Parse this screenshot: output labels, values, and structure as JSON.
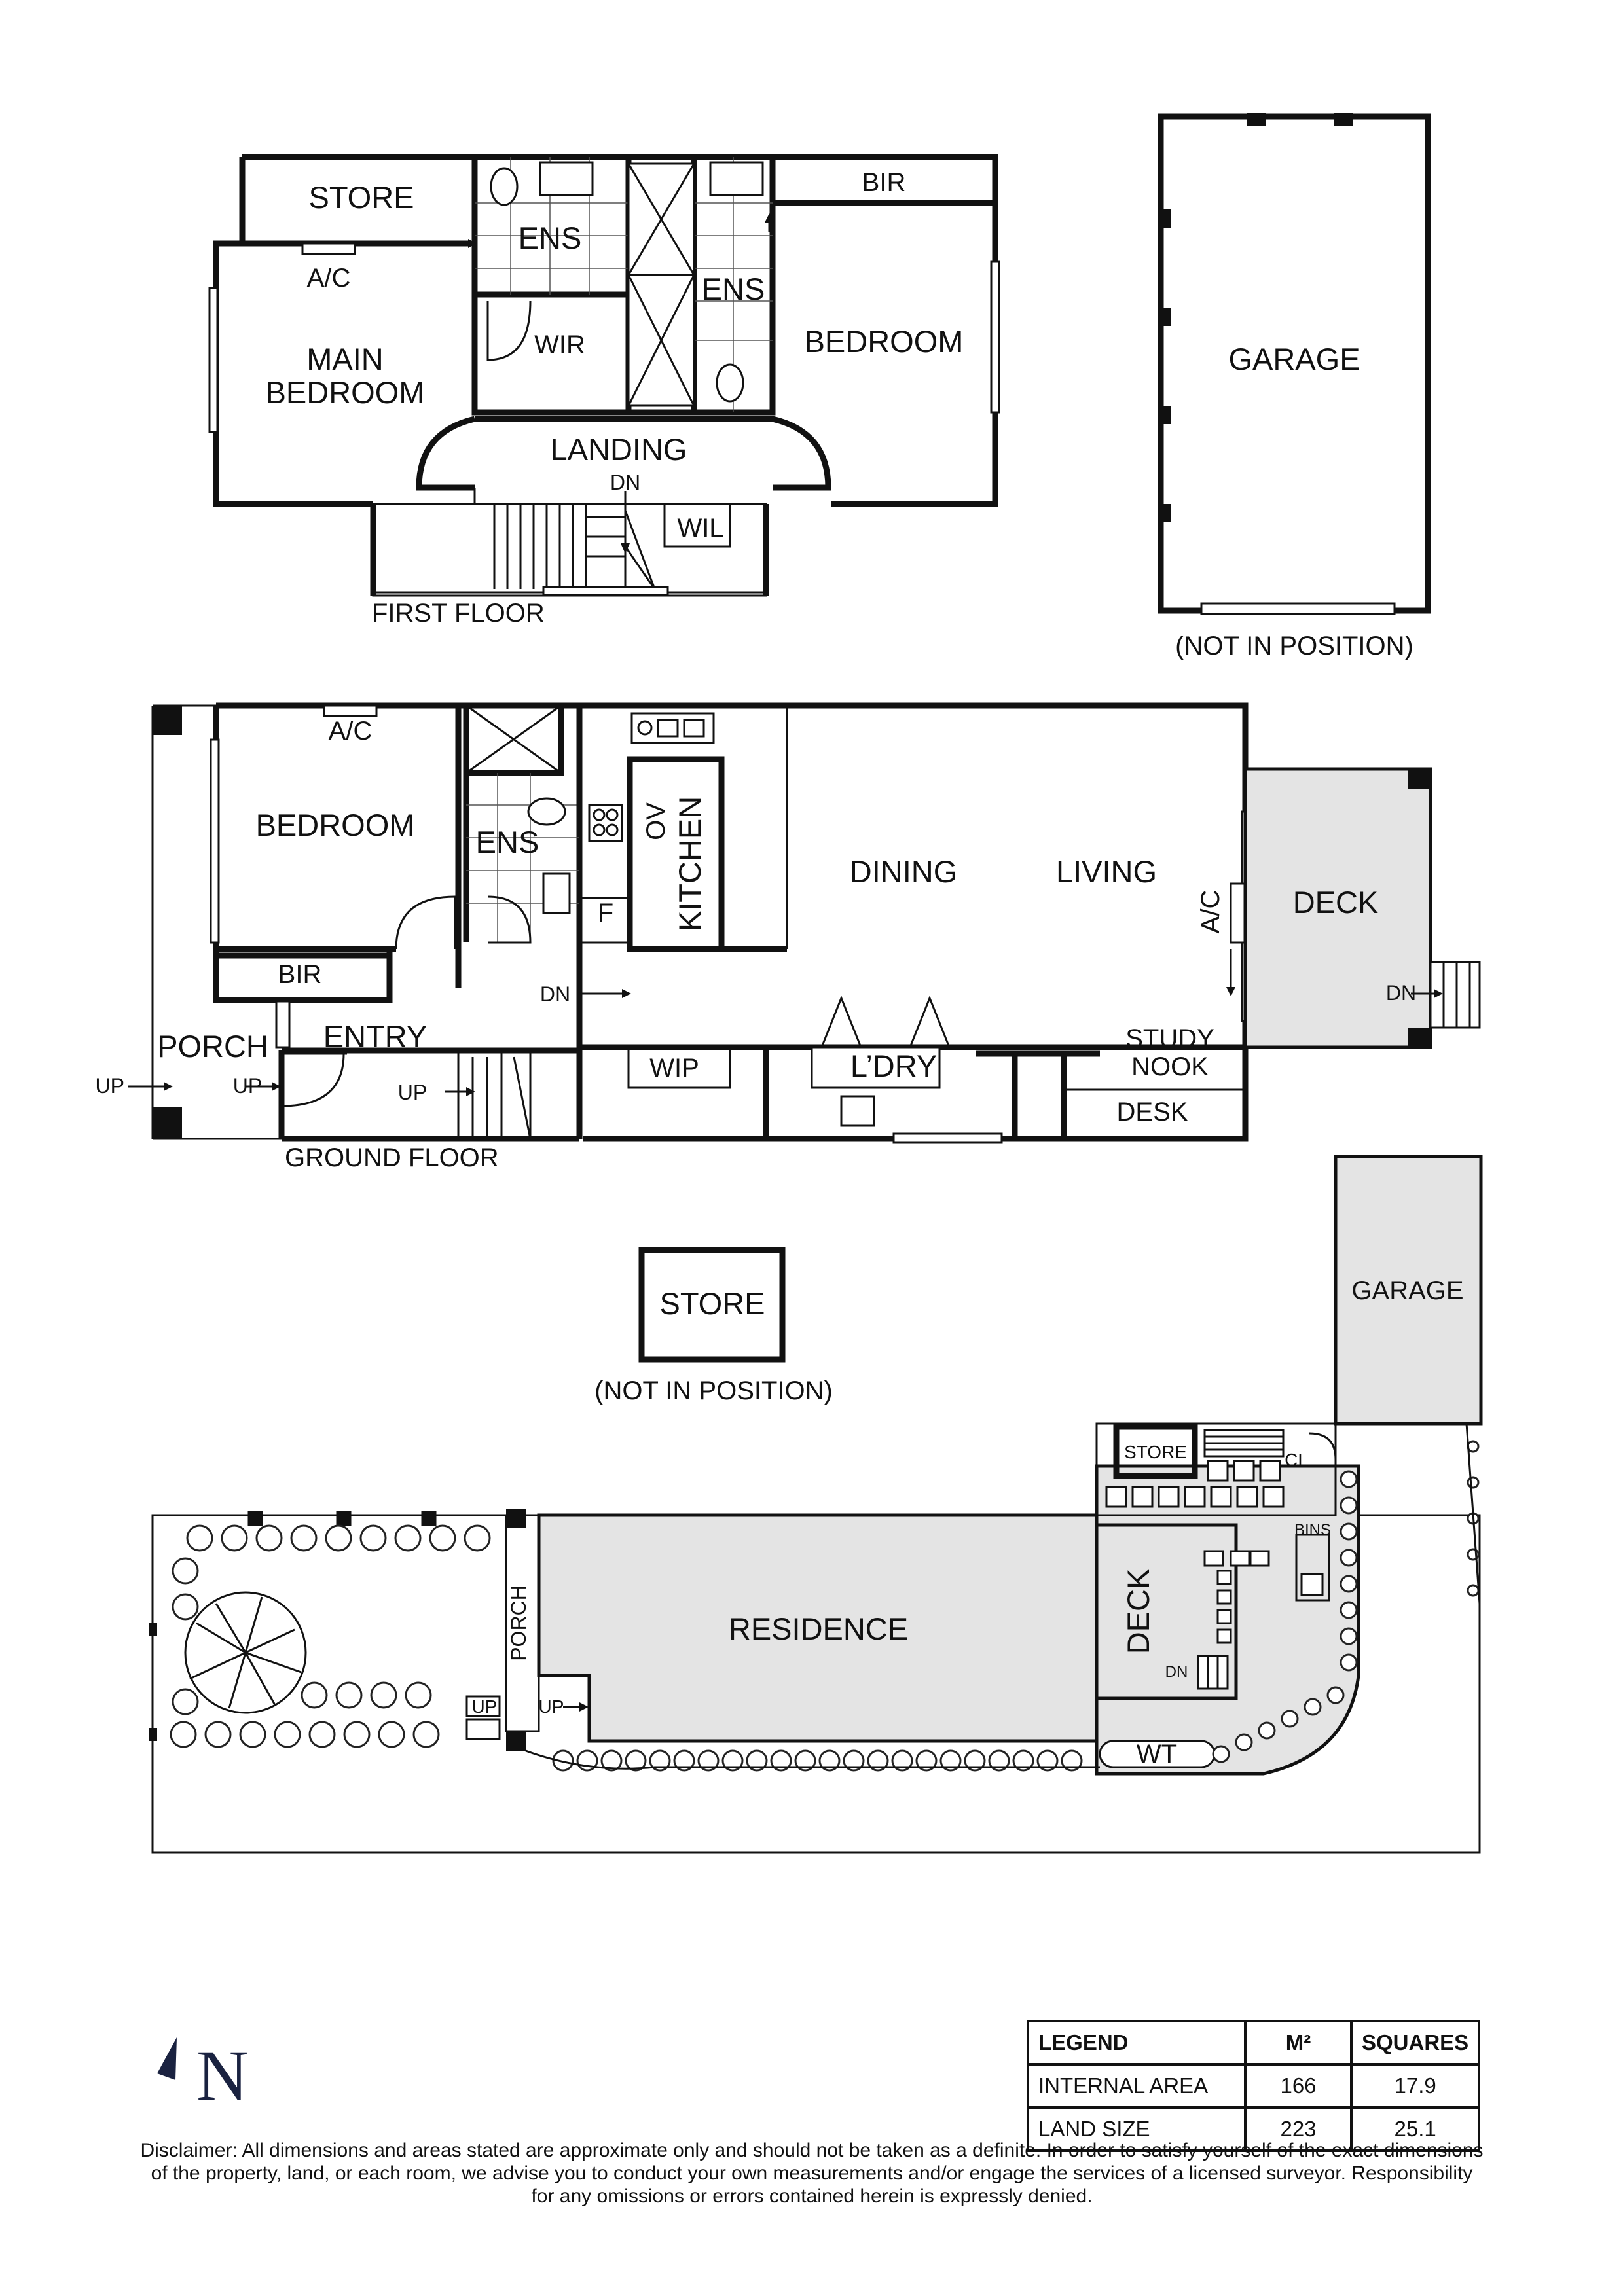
{
  "first_floor": {
    "caption": "FIRST FLOOR",
    "rooms": {
      "store": "STORE",
      "ens1": "ENS",
      "ens2": "ENS",
      "bir": "BIR",
      "ac": "A/C",
      "main_bedroom_1": "MAIN",
      "main_bedroom_2": "BEDROOM",
      "wir": "WIR",
      "bedroom": "BEDROOM",
      "landing": "LANDING",
      "dn": "DN",
      "wil": "WIL"
    }
  },
  "garage_block": {
    "label": "GARAGE",
    "caption": "(NOT IN POSITION)"
  },
  "ground_floor": {
    "caption": "GROUND FLOOR",
    "rooms": {
      "ac1": "A/C",
      "bedroom": "BEDROOM",
      "ens": "ENS",
      "ov": "OV",
      "kitchen": "KITCHEN",
      "f": "F",
      "dining": "DINING",
      "living": "LIVING",
      "ac2": "A/C",
      "deck": "DECK",
      "deck_dn": "DN",
      "bir": "BIR",
      "dn": "DN",
      "porch": "PORCH",
      "entry": "ENTRY",
      "up1": "UP",
      "up2": "UP",
      "up3": "UP",
      "wip": "WIP",
      "ldry": "L’DRY",
      "study1": "STUDY",
      "study2": "NOOK",
      "desk": "DESK"
    }
  },
  "store_block": {
    "label": "STORE",
    "caption": "(NOT IN POSITION)"
  },
  "site": {
    "garage": "GARAGE",
    "store": "STORE",
    "cl": "CL",
    "bins": "BINS",
    "residence": "RESIDENCE",
    "porch": "PORCH",
    "up1": "UP",
    "up2": "UP",
    "deck": "DECK",
    "dn": "DN",
    "wt": "WT"
  },
  "north_label": "N",
  "legend": {
    "headers": [
      "LEGEND",
      "M²",
      "SQUARES"
    ],
    "rows": [
      {
        "label": "INTERNAL AREA",
        "m2": "166",
        "squares": "17.9"
      },
      {
        "label": "LAND SIZE",
        "m2": "223",
        "squares": "25.1"
      }
    ]
  },
  "disclaimer": [
    "Disclaimer: All dimensions and areas stated are approximate only and should not be taken as a definite. In order to satisfy yourself of the exact dimensions",
    "of the property, land, or each room, we advise you to conduct your own measurements and/or engage the services of a licensed surveyor. Responsibility",
    "for any omissions or errors contained herein is expressly denied."
  ]
}
